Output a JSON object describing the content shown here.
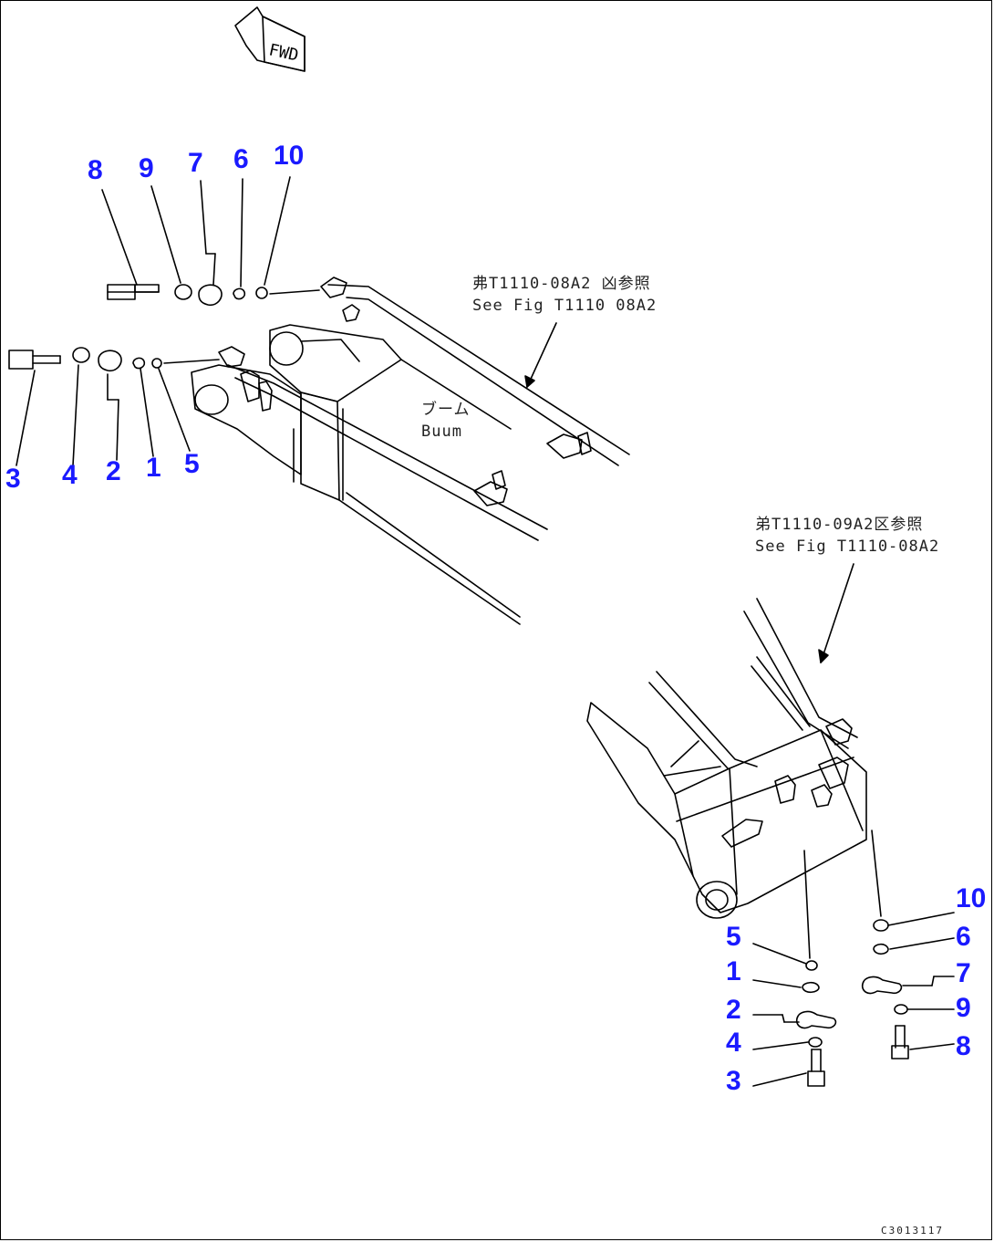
{
  "fwd_label": "FWD",
  "drawing_code": "C3013117",
  "notes": {
    "top_ref_jp": "弗T1110-08A2 凶参照",
    "top_ref_en": "See Fig T1110 08A2",
    "boom_jp": "ブーム",
    "boom_en": "Buum",
    "bottom_ref_jp": "弟T1110-09A2区参照",
    "bottom_ref_en": "See Fig T1110-08A2"
  },
  "callouts_top_upper": [
    "8",
    "9",
    "7",
    "6",
    "10"
  ],
  "callouts_top_lower": [
    "3",
    "4",
    "2",
    "1",
    "5"
  ],
  "callouts_bottom_left": [
    "5",
    "1",
    "2",
    "4",
    "3"
  ],
  "callouts_bottom_right": [
    "10",
    "6",
    "7",
    "9",
    "8"
  ],
  "colors": {
    "callout": "#1a1aff",
    "line": "#000000"
  }
}
